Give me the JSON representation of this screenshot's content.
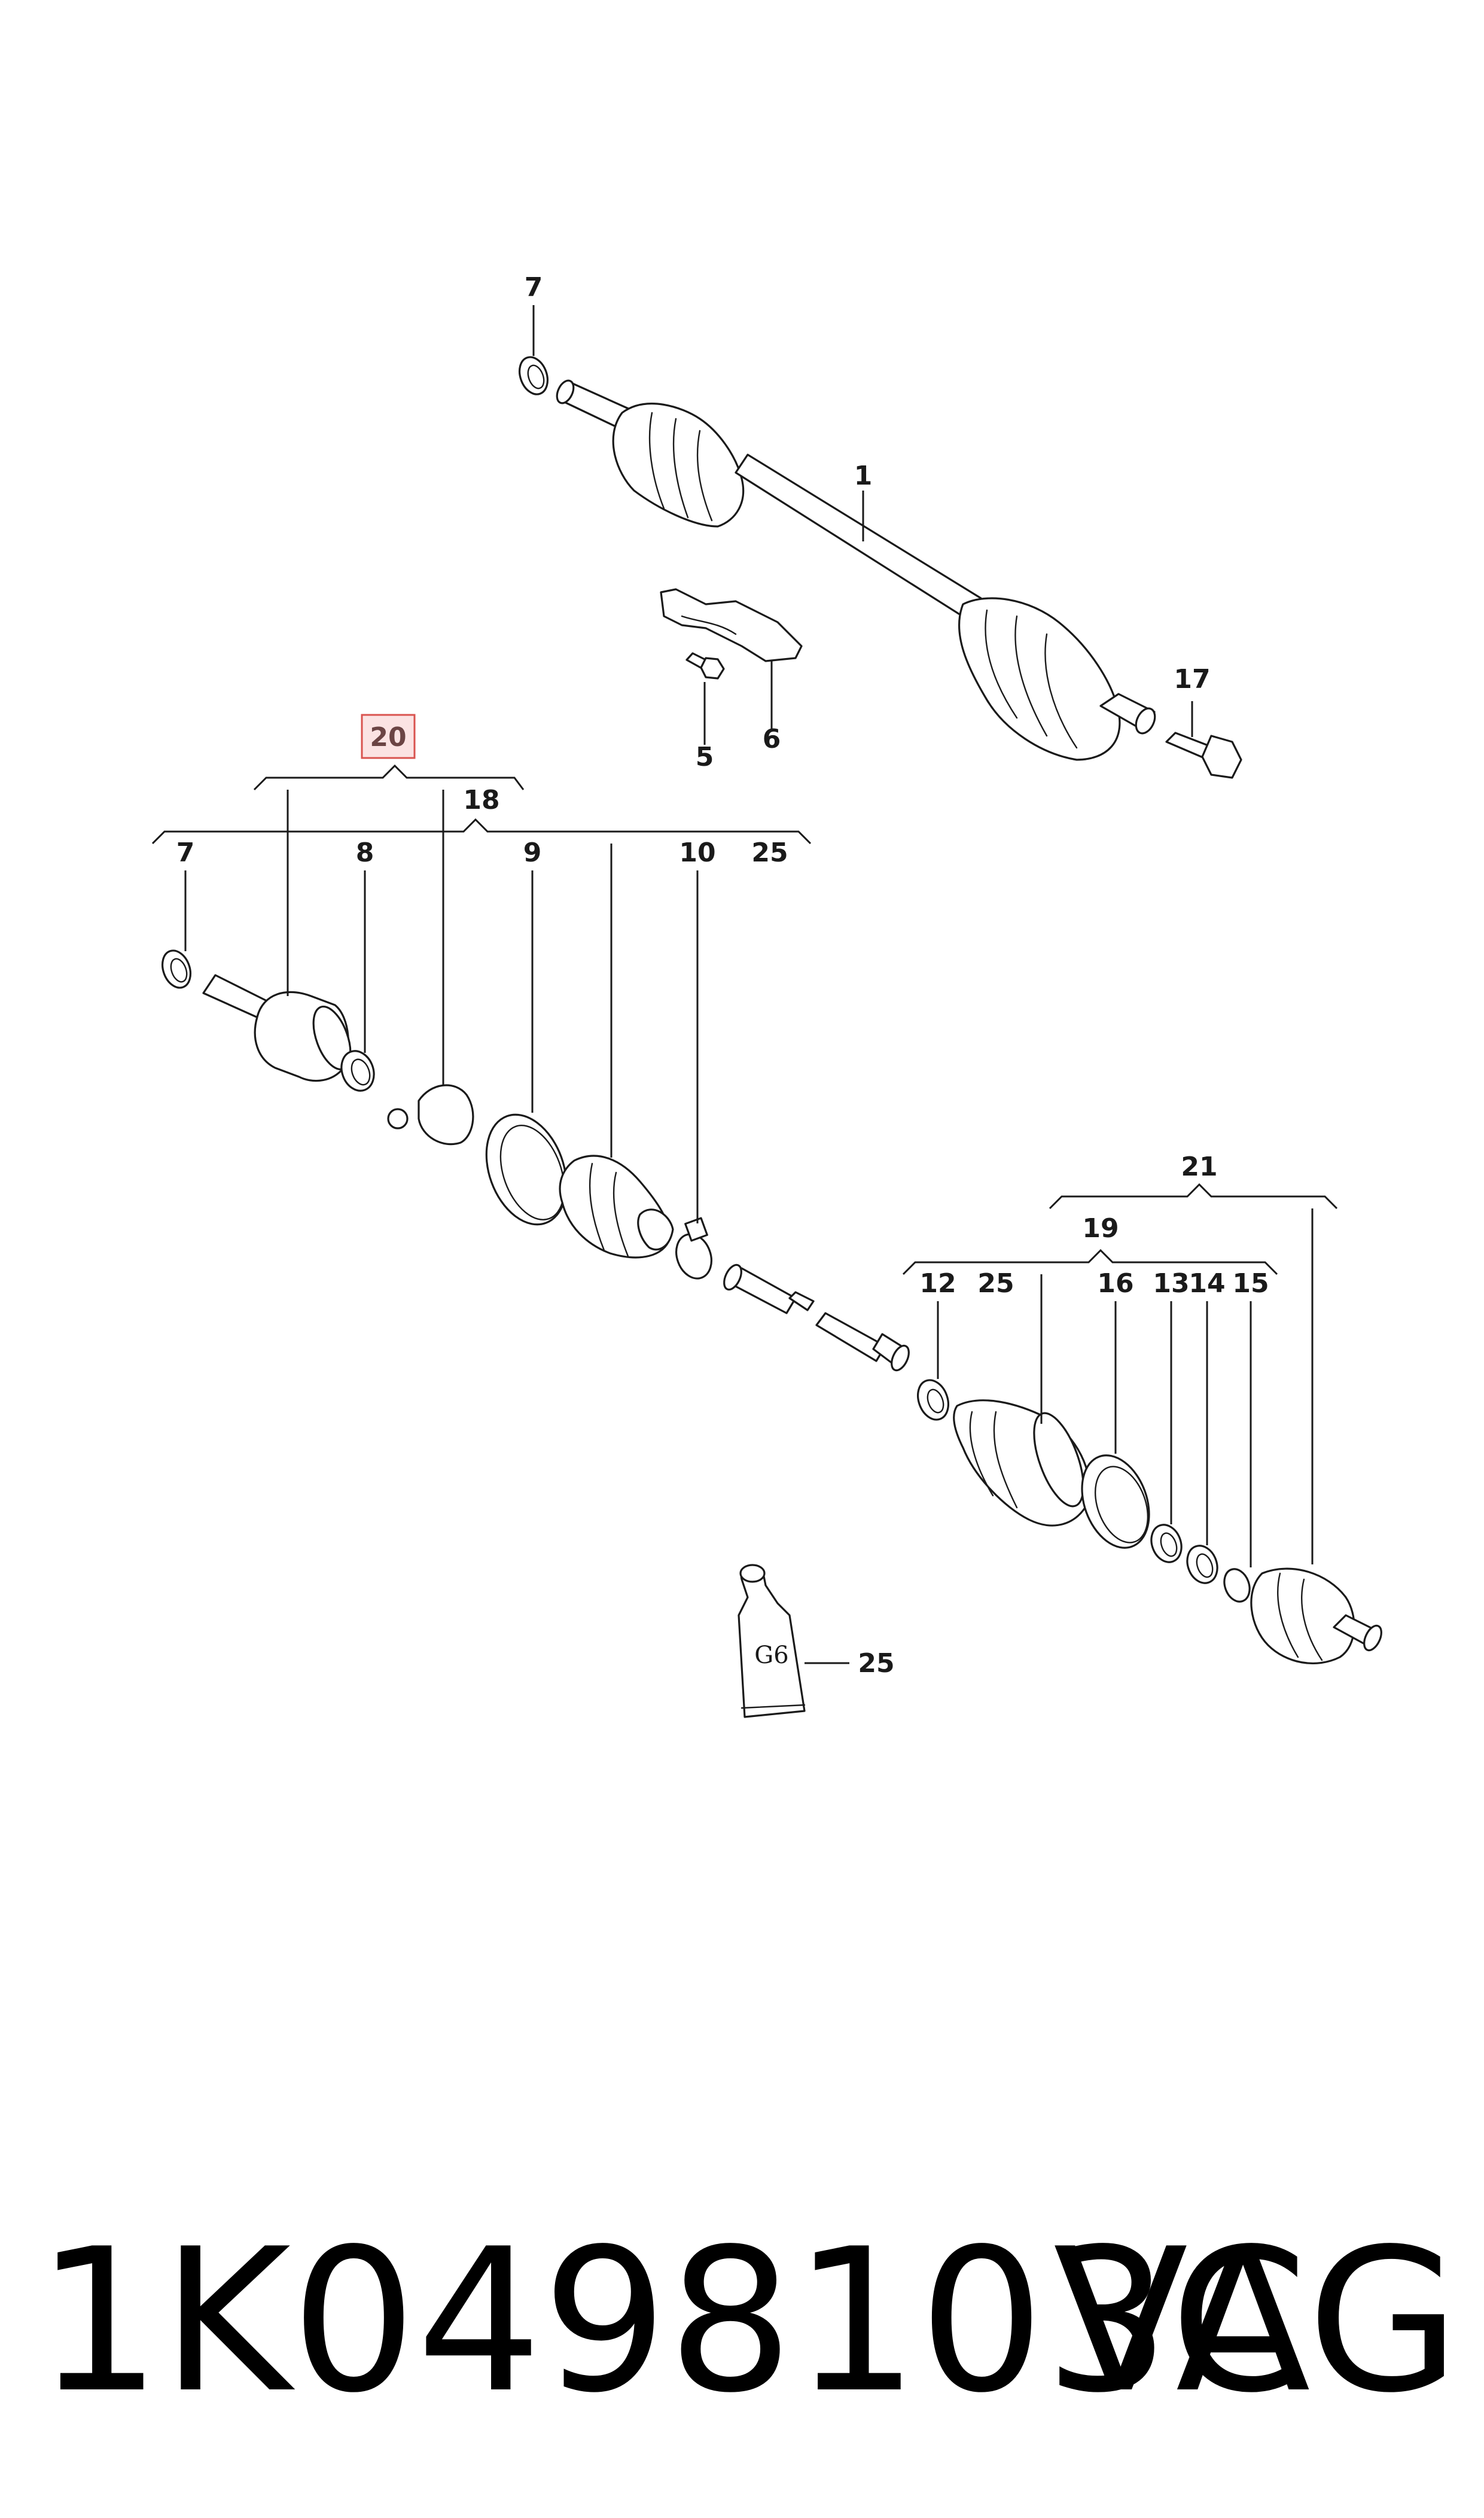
{
  "diagram": {
    "callouts": {
      "c1": "1",
      "c5": "5",
      "c6": "6",
      "c7_top": "7",
      "c7_left": "7",
      "c8": "8",
      "c9": "9",
      "c10": "10",
      "c12": "12",
      "c13": "13",
      "c14": "14",
      "c15": "15",
      "c16": "16",
      "c17": "17",
      "c18": "18",
      "c19": "19",
      "c20": "20",
      "c21": "21",
      "c25_top": "25",
      "c25_mid": "25",
      "c25_tube": "25"
    },
    "highlighted_callout": "20",
    "grease_tube_label": "G6",
    "colors": {
      "highlight_fill": "#fbe3e3",
      "highlight_border": "#d9534f",
      "line": "#1a1a1a"
    }
  },
  "footer": {
    "part_number": "1K0498103C",
    "brand": "VAG"
  }
}
